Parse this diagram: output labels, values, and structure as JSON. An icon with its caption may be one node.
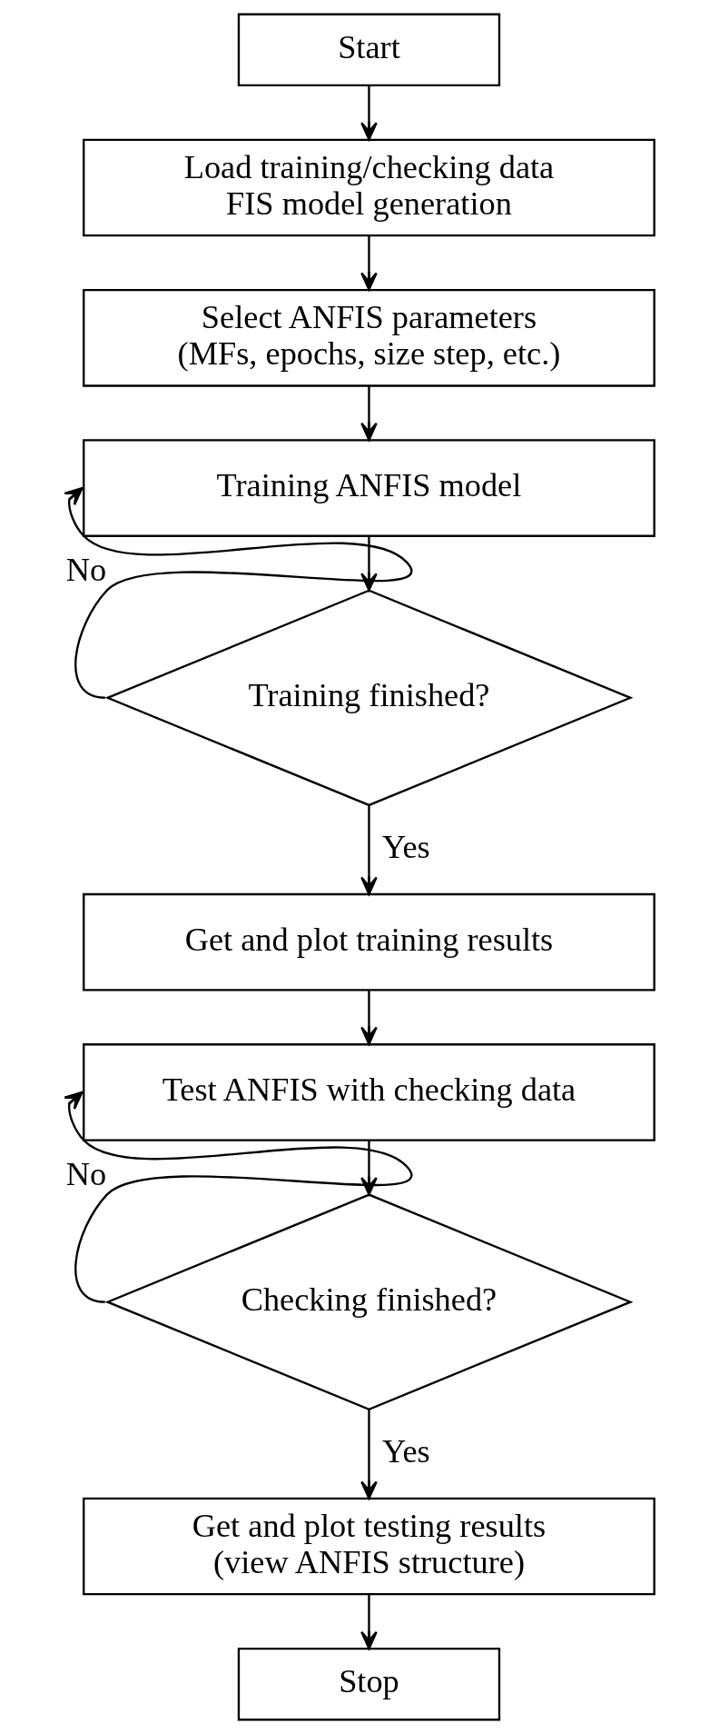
{
  "diagram": {
    "nodes": [
      {
        "text": [
          "Start"
        ]
      },
      {
        "text": [
          "Load training/checking data FIS model generation"
        ]
      },
      {
        "text": [
          "Select ANFIS parameters (MFs, epochs, size step, etc.)"
        ]
      },
      {
        "text": [
          "Training ANFIS model"
        ]
      },
      {
        "text": [
          "Training finished?"
        ]
      },
      {
        "text": [
          "Get and plot training results"
        ]
      },
      {
        "text": [
          "Test ANFIS with checking data"
        ]
      },
      {
        "text": [
          "Checking finished?"
        ]
      },
      {
        "text": [
          "Get and plot testing results (view ANFIS structure)"
        ]
      },
      {
        "text": [
          "Stop"
        ]
      }
    ],
    "edges": [
      {
        "from": 0,
        "to": 1,
        "arrow": "to"
      },
      {
        "from": 1,
        "to": 2,
        "arrow": "to"
      },
      {
        "from": 2,
        "to": 3,
        "arrow": "to"
      },
      {
        "from": 3,
        "to": 4,
        "arrow": "to"
      },
      {
        "from": 4,
        "to": 3,
        "arrow": "to",
        "label": "No"
      },
      {
        "from": 4,
        "to": 5,
        "arrow": "to",
        "label": "Yes"
      },
      {
        "from": 5,
        "to": 6,
        "arrow": "to"
      },
      {
        "from": 6,
        "to": 7,
        "arrow": "to"
      },
      {
        "from": 7,
        "to": 6,
        "arrow": "to",
        "label": "No"
      },
      {
        "from": 7,
        "to": 8,
        "arrow": "to",
        "label": "Yes"
      },
      {
        "from": 8,
        "to": 9,
        "arrow": "to"
      }
    ]
  }
}
